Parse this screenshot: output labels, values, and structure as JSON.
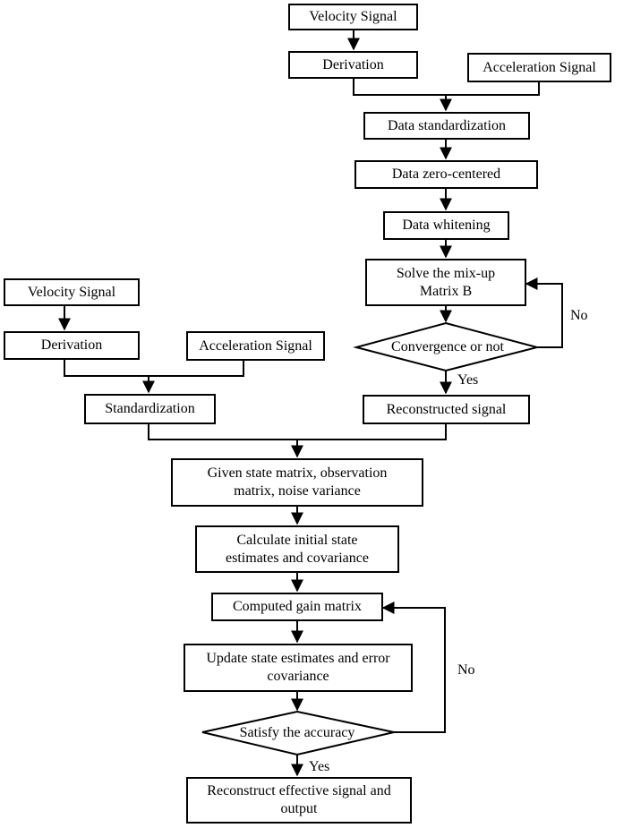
{
  "top": {
    "velocity": "Velocity Signal",
    "derivation": "Derivation",
    "acceleration": "Acceleration Signal",
    "standardization": "Data standardization",
    "zero_centered": "Data zero-centered",
    "whitening": "Data whitening",
    "solve_matrix": "Solve the mix-up Matrix B",
    "convergence": "Convergence or not",
    "no_label": "No",
    "yes_label": "Yes",
    "reconstructed": "Reconstructed signal"
  },
  "left": {
    "velocity": "Velocity Signal",
    "derivation": "Derivation",
    "acceleration": "Acceleration Signal",
    "standardization": "Standardization"
  },
  "bottom": {
    "given_state": "Given state matrix, observation matrix, noise variance",
    "initial_estimates": "Calculate initial state estimates and covariance",
    "gain_matrix": "Computed gain matrix",
    "update_state": "Update state estimates and error covariance",
    "satisfy_accuracy": "Satisfy the accuracy",
    "no_label": "No",
    "yes_label": "Yes",
    "output": "Reconstruct effective signal and output"
  }
}
